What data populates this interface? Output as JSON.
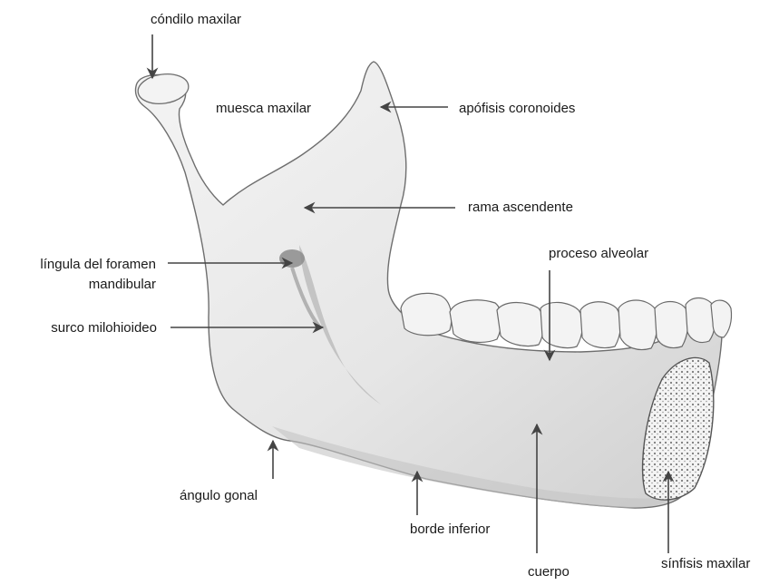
{
  "labels": {
    "condilo": "cóndilo maxilar",
    "muesca": "muesca maxilar",
    "apofisis": "apófisis coronoides",
    "rama": "rama ascendente",
    "lingula_1": "língula del foramen",
    "lingula_2": "mandibular",
    "surco": "surco milohioideo",
    "proceso": "proceso alveolar",
    "angulo": "ángulo gonal",
    "borde": "borde inferior",
    "cuerpo": "cuerpo",
    "sinfisis": "sínfisis maxilar"
  },
  "colors": {
    "bone": "#ededed",
    "bone_shadow": "#b8b8b8",
    "outline": "#6e6e6e",
    "teeth": "#f2f2f2",
    "spongy": "#8a8a8a",
    "arrow": "#444444"
  }
}
